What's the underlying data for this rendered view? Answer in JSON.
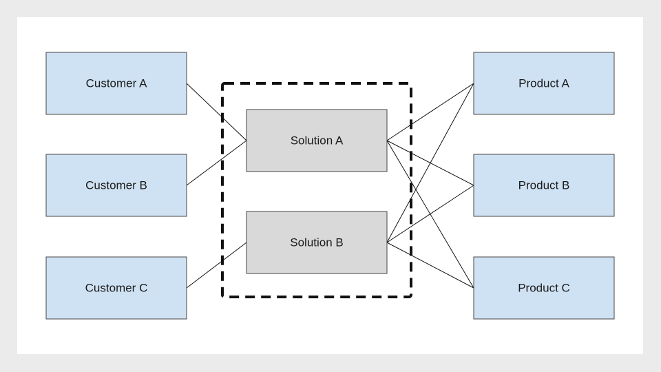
{
  "colors": {
    "page_background": "#ebebeb",
    "slide_background": "#ffffff",
    "endpoint_fill": "#cfe2f3",
    "solution_fill": "#d9d9d9",
    "line": "#111111"
  },
  "customers": [
    {
      "id": "customer-a",
      "label": "Customer A"
    },
    {
      "id": "customer-b",
      "label": "Customer B"
    },
    {
      "id": "customer-c",
      "label": "Customer C"
    }
  ],
  "solutions": [
    {
      "id": "solution-a",
      "label": "Solution A"
    },
    {
      "id": "solution-b",
      "label": "Solution B"
    }
  ],
  "products": [
    {
      "id": "product-a",
      "label": "Product A"
    },
    {
      "id": "product-b",
      "label": "Product B"
    },
    {
      "id": "product-c",
      "label": "Product C"
    }
  ],
  "connections": [
    [
      "customer-a",
      "solution-a"
    ],
    [
      "customer-b",
      "solution-a"
    ],
    [
      "customer-c",
      "solution-b"
    ],
    [
      "solution-a",
      "product-a"
    ],
    [
      "solution-a",
      "product-b"
    ],
    [
      "solution-a",
      "product-c"
    ],
    [
      "solution-b",
      "product-a"
    ],
    [
      "solution-b",
      "product-b"
    ],
    [
      "solution-b",
      "product-c"
    ]
  ]
}
